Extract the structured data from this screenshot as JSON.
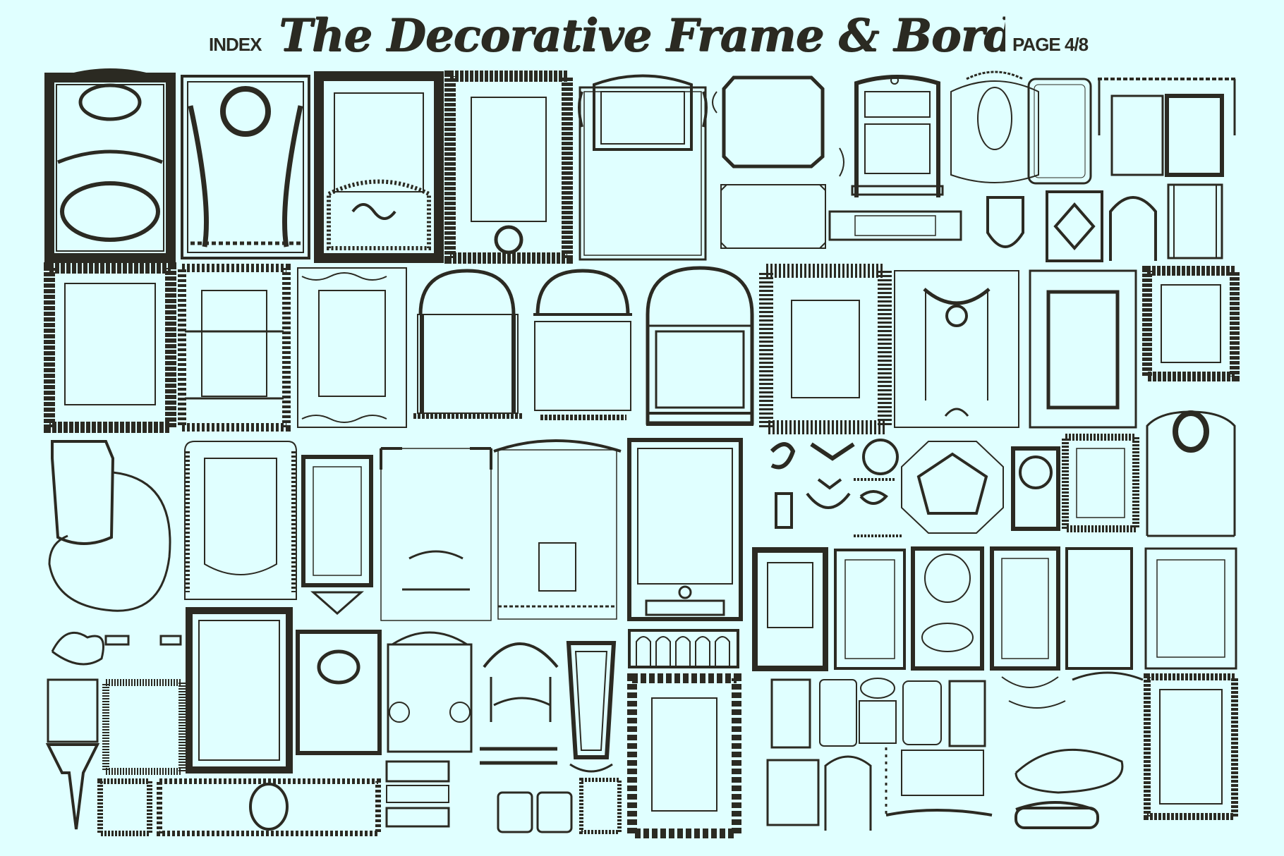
{
  "header": {
    "index_label": "INDEX",
    "title": "The Decorative Frame & Border Repository",
    "page_label": "PAGE 4/8"
  },
  "colors": {
    "background": "#e0ffff",
    "ink": "#2b2a22"
  }
}
